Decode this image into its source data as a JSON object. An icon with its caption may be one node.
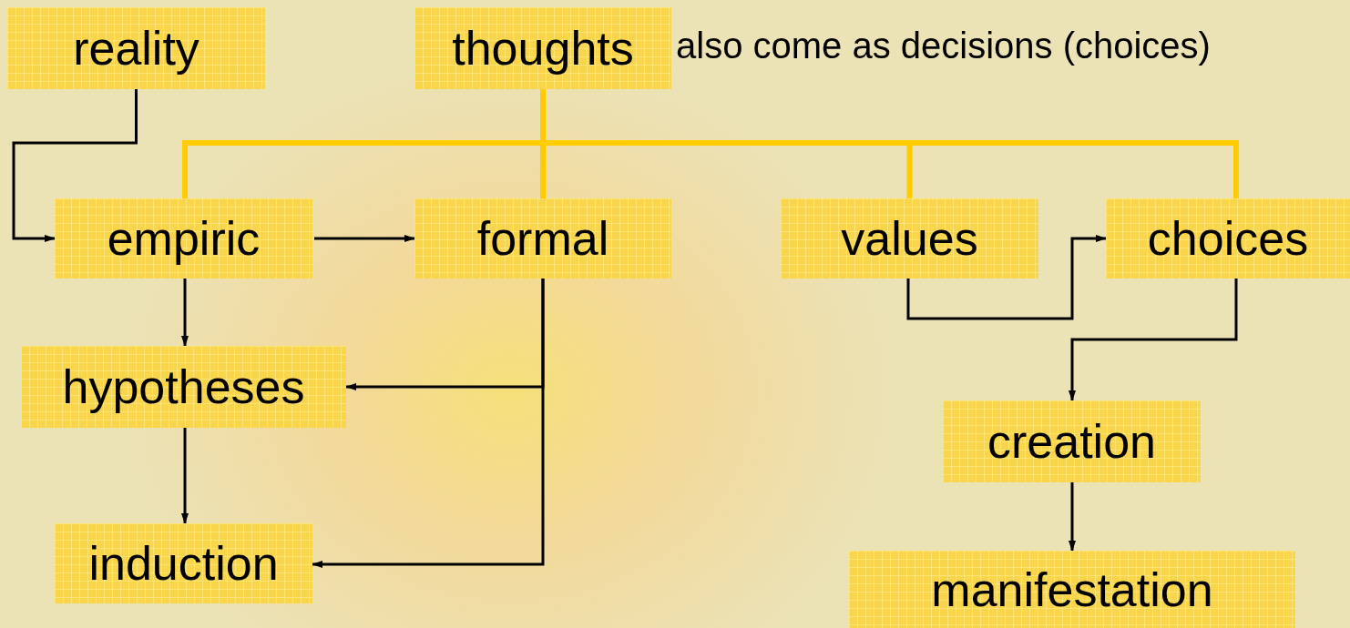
{
  "diagram": {
    "nodes": [
      {
        "text": [
          "reality"
        ]
      },
      {
        "text": [
          "thoughts"
        ],
        "beside": [
          "also come as decisions (choices)"
        ]
      },
      {
        "text": [
          "empiric"
        ]
      },
      {
        "text": [
          "formal"
        ]
      },
      {
        "text": [
          "values"
        ]
      },
      {
        "text": [
          "choices"
        ]
      },
      {
        "text": [
          "hypotheses"
        ]
      },
      {
        "text": [
          "induction"
        ]
      },
      {
        "text": [
          "creation"
        ]
      },
      {
        "text": [
          "manifestation"
        ]
      }
    ],
    "edges": [
      {
        "from": 0,
        "to": 2,
        "arrow": "to"
      },
      {
        "from": 1,
        "to": 2,
        "arrow": "none",
        "style": "thick",
        "color": "#ffcc00"
      },
      {
        "from": 1,
        "to": 3,
        "arrow": "none",
        "style": "thick",
        "color": "#ffcc00"
      },
      {
        "from": 1,
        "to": 4,
        "arrow": "none",
        "style": "thick",
        "color": "#ffcc00"
      },
      {
        "from": 1,
        "to": 5,
        "arrow": "none",
        "style": "thick",
        "color": "#ffcc00"
      },
      {
        "from": 2,
        "to": 3,
        "arrow": "to"
      },
      {
        "from": 2,
        "to": 6,
        "arrow": "to"
      },
      {
        "from": 3,
        "to": 6,
        "arrow": "to"
      },
      {
        "from": 3,
        "to": 7,
        "arrow": "to"
      },
      {
        "from": 6,
        "to": 7,
        "arrow": "to"
      },
      {
        "from": 4,
        "to": 5,
        "arrow": "to"
      },
      {
        "from": 5,
        "to": 8,
        "arrow": "to"
      },
      {
        "from": 8,
        "to": 9,
        "arrow": "to"
      }
    ]
  }
}
